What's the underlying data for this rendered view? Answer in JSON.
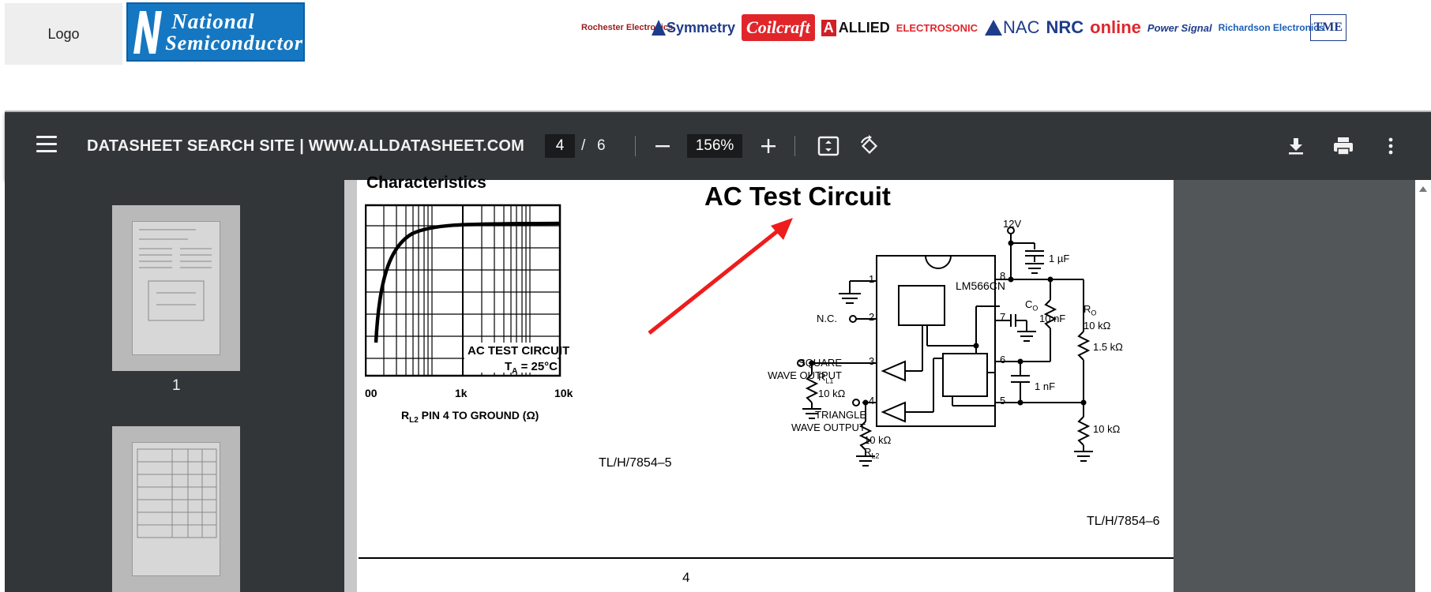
{
  "banner": {
    "logo_placeholder": "Logo",
    "brand": {
      "line1": "National",
      "line2": "Semiconductor"
    },
    "distributors": [
      {
        "name": "Rochester Electronics",
        "color": "#9b1c1c"
      },
      {
        "name": "Symmetry",
        "color": "#1f3c8a"
      },
      {
        "name": "Coilcraft",
        "color": "#e0262b"
      },
      {
        "name": "ALLIED",
        "color": "#d11f26"
      },
      {
        "name": "ELECTROSONIC",
        "color": "#e0262b"
      },
      {
        "name": "NAC",
        "color": "#1f3c8a"
      },
      {
        "name": "NRC",
        "color": "#1f3c8a"
      },
      {
        "name": "online",
        "color": "#e0262b"
      },
      {
        "name": "Power Signal",
        "color": "#1f3c8a"
      },
      {
        "name": "Richardson Electronics",
        "color": "#1a5fb4"
      },
      {
        "name": "TME",
        "color": "#1f3c8a"
      }
    ]
  },
  "toolbar": {
    "title": "DATASHEET SEARCH SITE | WWW.ALLDATASHEET.COM",
    "current_page": "4",
    "separator": "/",
    "total_pages": "6",
    "zoom": "156%"
  },
  "sidebar": {
    "thumbnails": [
      {
        "label": "1"
      },
      {
        "label": ""
      }
    ]
  },
  "sheet": {
    "left_heading": "Characteristics",
    "right_heading": "AC Test Circuit",
    "graph_label_line1": "AC TEST CIRCUIT",
    "graph_label_line2": "T",
    "graph_label_sub": "A",
    "graph_label_tail": " = 25°C",
    "x_ticks": [
      "00",
      "1k",
      "10k"
    ],
    "x_axis_label": "R",
    "x_axis_sub": "L2",
    "x_axis_tail": " PIN 4 TO GROUND (Ω)",
    "ref_left": "TL/H/7854–5",
    "ref_right": "TL/H/7854–6",
    "page_number": "4",
    "circuit": {
      "chip": "LM566CN",
      "vcc": "12V",
      "cap_top": "1 µF",
      "pin1": "1",
      "pin2": "2",
      "pin3": "3",
      "pin4": "4",
      "pin5": "5",
      "pin6": "6",
      "pin7": "7",
      "pin8": "8",
      "nc": "N.C.",
      "square_out_1": "SQUARE",
      "square_out_2": "WAVE OUTPUT",
      "triangle_out_1": "TRIANGLE",
      "triangle_out_2": "WAVE OUTPUT",
      "rl1_name": "R",
      "rl1_sub": "L1",
      "rl1_val": "10 kΩ",
      "rl2_val": "10 kΩ",
      "rl2_name": "R",
      "rl2_sub": "L2",
      "co_name": "C",
      "co_sub": "O",
      "co_val": "10 nF",
      "ro_name": "R",
      "ro_sub": "O",
      "ro_val": "10 kΩ",
      "r_15k": "1.5 kΩ",
      "c_1nf": "1 nF",
      "r_10k": "10 kΩ"
    }
  }
}
